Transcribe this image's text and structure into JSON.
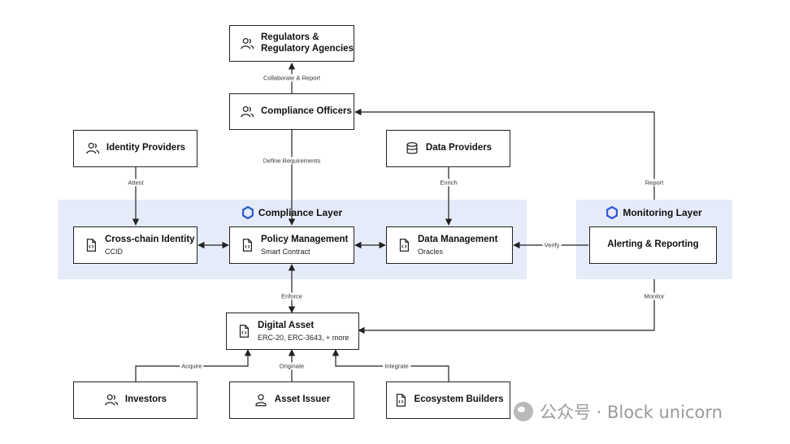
{
  "nodes": {
    "regulators": {
      "line1": "Regulators &",
      "line2": "Regulatory Agencies"
    },
    "compliance_officers": {
      "label": "Compliance Officers"
    },
    "identity_providers": {
      "label": "Identity Providers"
    },
    "data_providers": {
      "label": "Data Providers"
    },
    "cross_chain_identity": {
      "label": "Cross-chain Identity",
      "sub": "CCID"
    },
    "policy_management": {
      "label": "Policy Management",
      "sub": "Smart Contract"
    },
    "data_management": {
      "label": "Data Management",
      "sub": "Oracles"
    },
    "alerting_reporting": {
      "label": "Alerting & Reporting"
    },
    "digital_asset": {
      "label": "Digital Asset",
      "sub": "ERC-20, ERC-3643, + more"
    },
    "investors": {
      "label": "Investors"
    },
    "asset_issuer": {
      "label": "Asset Issuer"
    },
    "ecosystem_builders": {
      "label": "Ecosystem Builders"
    }
  },
  "layers": {
    "compliance": {
      "title": "Compliance Layer"
    },
    "monitoring": {
      "title": "Monitoring Layer"
    }
  },
  "edges": {
    "collaborate_report": "Collaborate & Report",
    "define_requirements": "Define Requirements",
    "attest": "Attest",
    "enrich": "Enrich",
    "report": "Report",
    "verify": "Verify",
    "enforce": "Enforce",
    "monitor": "Monitor",
    "acquire": "Acquire",
    "originate": "Originate",
    "integrate": "Integrate"
  },
  "watermark": {
    "text": "公众号 · Block unicorn"
  },
  "colors": {
    "layer_fill": "#e6ebfa",
    "accent": "#2f5bd3",
    "stroke": "#222222"
  }
}
